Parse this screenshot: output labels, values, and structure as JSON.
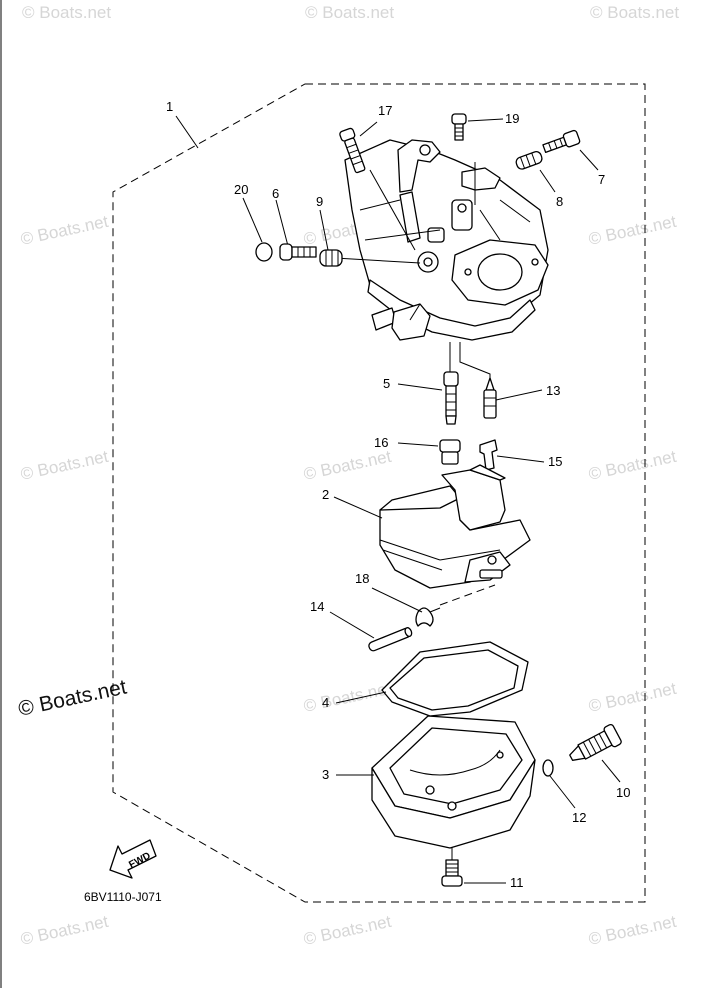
{
  "diagram_code": "6BV1110-J071",
  "watermark_text": "© Boats.net",
  "fwd_label": "FWD",
  "callouts": {
    "c1": "1",
    "c2": "2",
    "c3": "3",
    "c4": "4",
    "c5": "5",
    "c6": "6",
    "c7": "7",
    "c8": "8",
    "c9": "9",
    "c10": "10",
    "c11": "11",
    "c12": "12",
    "c13": "13",
    "c14": "14",
    "c15": "15",
    "c16": "16",
    "c17": "17",
    "c18": "18",
    "c19": "19",
    "c20": "20"
  }
}
